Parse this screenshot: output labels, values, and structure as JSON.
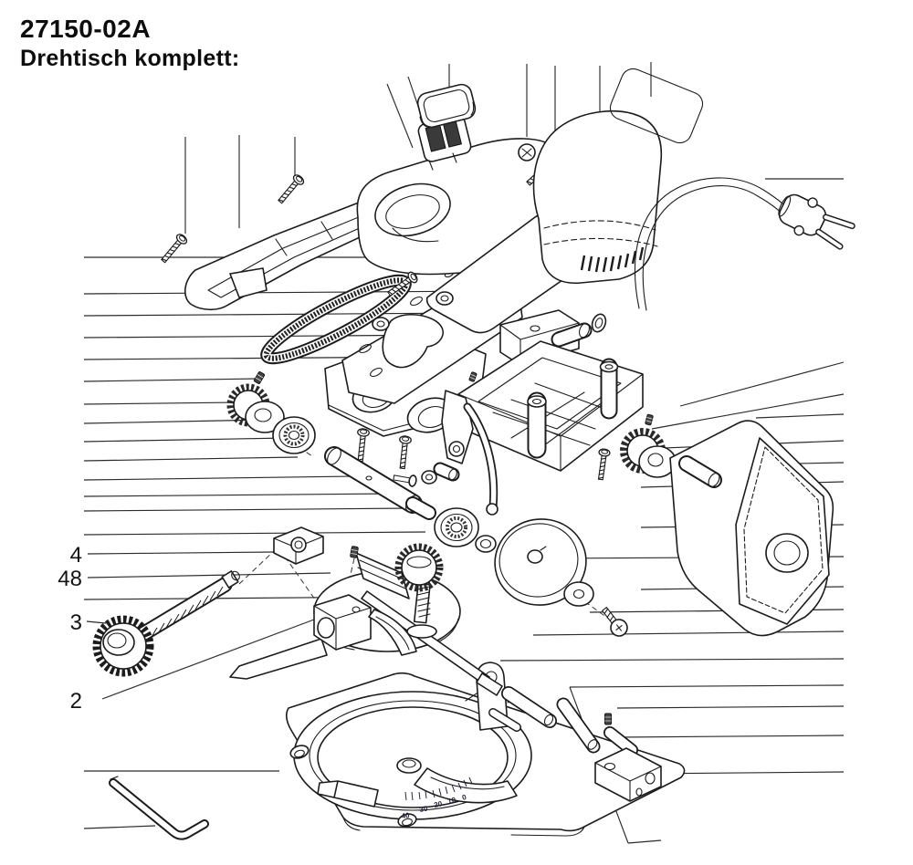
{
  "header": {
    "part_number": "27150-02A",
    "title": "Drehtisch komplett:"
  },
  "part_labels": [
    {
      "id": "4",
      "text": "4"
    },
    {
      "id": "48",
      "text": "48"
    },
    {
      "id": "3",
      "text": "3"
    },
    {
      "id": "2",
      "text": "2"
    }
  ],
  "angle_scale": {
    "values": [
      "40",
      "30",
      "20",
      "10",
      "0"
    ]
  },
  "colors": {
    "ink": "#1c1c1c",
    "paper": "#ffffff",
    "scale_ink": "#23233d"
  }
}
